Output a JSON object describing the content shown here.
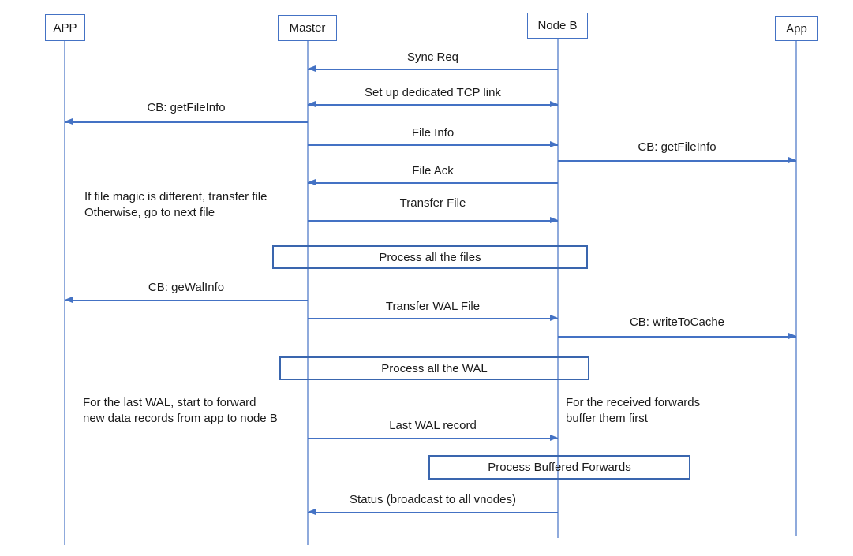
{
  "colors": {
    "arrow": "#4472C4",
    "lifeline": "#8FAADC",
    "actor_border": "#4472C4",
    "process_border": "#3A66AE",
    "text": "#1b1b1b",
    "background": "#ffffff"
  },
  "diagram": {
    "type": "sequence-diagram",
    "actors": [
      {
        "id": "app-left",
        "label": "APP"
      },
      {
        "id": "master",
        "label": "Master"
      },
      {
        "id": "node-b",
        "label": "Node B"
      },
      {
        "id": "app-right",
        "label": "App"
      }
    ],
    "messages": [
      {
        "label": "Sync Req",
        "from": "Node B",
        "to": "Master",
        "direction": "left"
      },
      {
        "label": "Set up dedicated TCP link",
        "from": "Master",
        "to": "Node B",
        "direction": "both"
      },
      {
        "label": "CB: getFileInfo",
        "from": "Master",
        "to": "APP",
        "direction": "left"
      },
      {
        "label": "File Info",
        "from": "Master",
        "to": "Node B",
        "direction": "right"
      },
      {
        "label": "CB: getFileInfo",
        "from": "Node B",
        "to": "App",
        "direction": "right"
      },
      {
        "label": "File Ack",
        "from": "Node B",
        "to": "Master",
        "direction": "left"
      },
      {
        "label": "Transfer File",
        "from": "Master",
        "to": "Node B",
        "direction": "right"
      },
      {
        "label": "CB: geWalInfo",
        "from": "Master",
        "to": "APP",
        "direction": "left"
      },
      {
        "label": "Transfer WAL File",
        "from": "Master",
        "to": "Node B",
        "direction": "right"
      },
      {
        "label": "CB: writeToCache",
        "from": "Node B",
        "to": "App",
        "direction": "right"
      },
      {
        "label": "Last WAL record",
        "from": "Master",
        "to": "Node B",
        "direction": "right"
      },
      {
        "label": "Status (broadcast to all vnodes)",
        "from": "Node B",
        "to": "Master",
        "direction": "left"
      }
    ],
    "process_boxes": [
      {
        "label": "Process all the files"
      },
      {
        "label": "Process all the WAL"
      },
      {
        "label": "Process Buffered Forwards"
      }
    ],
    "annotations": [
      {
        "text": "If file magic is different, transfer file\nOtherwise, go to next file"
      },
      {
        "text": "For the last WAL, start to forward\nnew data records from app to node B"
      },
      {
        "text": "For the received forwards\nbuffer them first"
      }
    ]
  }
}
